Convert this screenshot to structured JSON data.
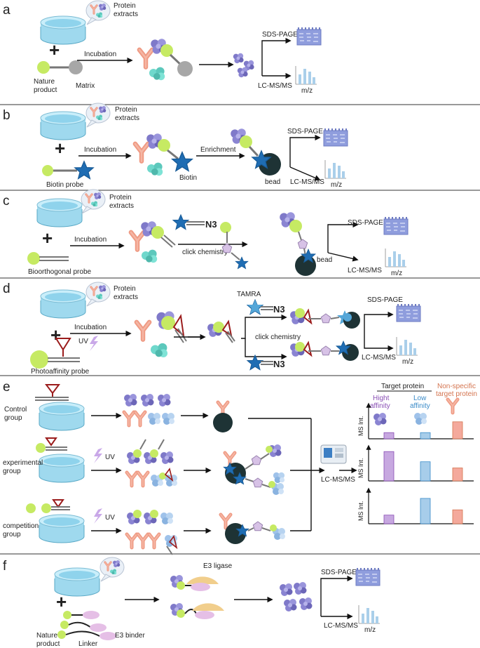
{
  "panels": {
    "a": {
      "letter": "a",
      "protein_extracts": [
        "Protein",
        "extracts"
      ],
      "incubation": "Incubation",
      "nature_product": [
        "Nature",
        "product"
      ],
      "matrix": "Matrix",
      "sds_page": "SDS-PAGE",
      "lcms": "LC-MS/MS",
      "mz": "m/z"
    },
    "b": {
      "letter": "b",
      "protein_extracts": [
        "Protein",
        "extracts"
      ],
      "incubation": "Incubation",
      "enrichment": "Enrichment",
      "biotin_probe": "Biotin probe",
      "biotin": "Biotin",
      "bead": "bead",
      "sds_page": "SDS-PAGE",
      "lcms": "LC-MS/MS",
      "mz": "m/z"
    },
    "c": {
      "letter": "c",
      "protein_extracts": [
        "Protein",
        "extracts"
      ],
      "incubation": "Incubation",
      "n3": "N3",
      "click_chemistry": "click chemistry",
      "bioorthogonal_probe": "Bioorthogonal probe",
      "bead": "bead",
      "sds_page": "SDS-PAGE",
      "lcms": "LC-MS/MS",
      "mz": "m/z"
    },
    "d": {
      "letter": "d",
      "protein_extracts": [
        "Protein",
        "extracts"
      ],
      "incubation": "Incubation",
      "uv": "UV",
      "photoaffinity_probe": "Photoaffinity probe",
      "tamra": "TAMRA",
      "n3": "N3",
      "click_chemistry": "click chemistry",
      "sds_page": "SDS-PAGE",
      "lcms": "LC-MS/MS",
      "mz": "m/z"
    },
    "e": {
      "letter": "e",
      "control_group": [
        "Control",
        "group"
      ],
      "experimental_group": [
        "experimental",
        "group"
      ],
      "competition_group": [
        "competition",
        "group"
      ],
      "uv": "UV",
      "lcms": "LC-MS/MS",
      "target_protein": "Target protein",
      "hight_affinity": [
        "Hight",
        "affinity"
      ],
      "low_affinity": [
        "Low",
        "affinity"
      ],
      "non_specific": [
        "Non-specific",
        "target protein"
      ],
      "ms_int": "MS Int."
    },
    "f": {
      "letter": "f",
      "e3_ligase": "E3 ligase",
      "nature_product": [
        "Nature",
        "product"
      ],
      "linker": "Linker",
      "e3_binder": "E3 binder",
      "sds_page": "SDS-PAGE",
      "lcms": "LC-MS/MS",
      "mz": "m/z"
    }
  },
  "colors": {
    "dish_water": "#8fd3ec",
    "ligand_green": "#c6ea63",
    "matrix_grey": "#a7a7a7",
    "biotin_blue": "#1f6db3",
    "bead_dark": "#1e3335",
    "protein_purple": "#7f79c9",
    "protein_cyan": "#6fd8cc",
    "antibody_salmon": "#ef9a83",
    "linker_red": "#9b1c1c",
    "pentagon_lilac": "#cdb5de",
    "e3_ligase": "#f1ce8c",
    "e3_binder": "#e5bfe6",
    "gel_blue": "#7f8fd6",
    "spectrum_bar": "#aacfea",
    "tamra_star": "#54a6d8",
    "bar_high": "#c7a8e0",
    "bar_low": "#a7cdea",
    "bar_nonspecific": "#f4a99c"
  },
  "chart_data": [
    {
      "type": "bar",
      "categories": [
        "Hight affinity",
        "Low affinity",
        "Non-specific target protein"
      ],
      "values": [
        0.2,
        0.2,
        0.55
      ],
      "ylabel": "MS Int.",
      "ylim": [
        0,
        1
      ],
      "grid": false
    },
    {
      "type": "bar",
      "categories": [
        "Hight affinity",
        "Low affinity",
        "Non-specific target protein"
      ],
      "values": [
        0.95,
        0.62,
        0.42
      ],
      "ylabel": "MS Int.",
      "ylim": [
        0,
        1
      ],
      "grid": false
    },
    {
      "type": "bar",
      "categories": [
        "Hight affinity",
        "Low affinity",
        "Non-specific target protein"
      ],
      "values": [
        0.28,
        0.82,
        0.45
      ],
      "ylabel": "MS Int.",
      "ylim": [
        0,
        1
      ],
      "grid": false
    }
  ]
}
